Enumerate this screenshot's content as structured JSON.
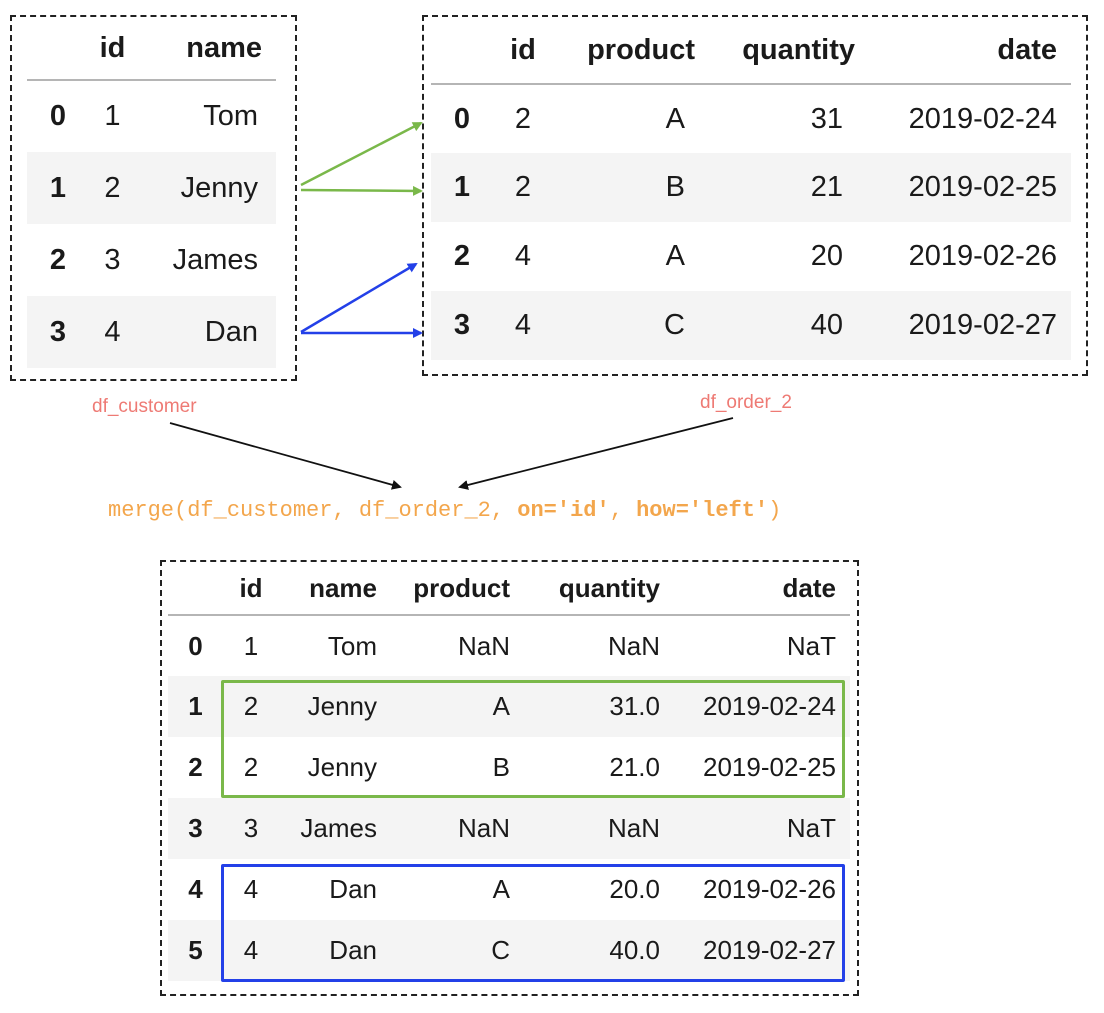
{
  "df_customer": {
    "caption": "df_customer",
    "columns": [
      "id",
      "name"
    ],
    "rows": [
      {
        "index": "0",
        "id": "1",
        "name": "Tom"
      },
      {
        "index": "1",
        "id": "2",
        "name": "Jenny"
      },
      {
        "index": "2",
        "id": "3",
        "name": "James"
      },
      {
        "index": "3",
        "id": "4",
        "name": "Dan"
      }
    ]
  },
  "df_order_2": {
    "caption": "df_order_2",
    "columns": [
      "id",
      "product",
      "quantity",
      "date"
    ],
    "rows": [
      {
        "index": "0",
        "id": "2",
        "product": "A",
        "quantity": "31",
        "date": "2019-02-24"
      },
      {
        "index": "1",
        "id": "2",
        "product": "B",
        "quantity": "21",
        "date": "2019-02-25"
      },
      {
        "index": "2",
        "id": "4",
        "product": "A",
        "quantity": "20",
        "date": "2019-02-26"
      },
      {
        "index": "3",
        "id": "4",
        "product": "C",
        "quantity": "40",
        "date": "2019-02-27"
      }
    ]
  },
  "formula": {
    "prefix": "merge(df_customer, df_order_2, ",
    "arg_on": "on='id'",
    "sep": ", ",
    "arg_how": "how='left'",
    "suffix": ")"
  },
  "result": {
    "columns": [
      "id",
      "name",
      "product",
      "quantity",
      "date"
    ],
    "rows": [
      {
        "index": "0",
        "id": "1",
        "name": "Tom",
        "product": "NaN",
        "quantity": "NaN",
        "date": "NaT"
      },
      {
        "index": "1",
        "id": "2",
        "name": "Jenny",
        "product": "A",
        "quantity": "31.0",
        "date": "2019-02-24"
      },
      {
        "index": "2",
        "id": "2",
        "name": "Jenny",
        "product": "B",
        "quantity": "21.0",
        "date": "2019-02-25"
      },
      {
        "index": "3",
        "id": "3",
        "name": "James",
        "product": "NaN",
        "quantity": "NaN",
        "date": "NaT"
      },
      {
        "index": "4",
        "id": "4",
        "name": "Dan",
        "product": "A",
        "quantity": "20.0",
        "date": "2019-02-26"
      },
      {
        "index": "5",
        "id": "4",
        "name": "Dan",
        "product": "C",
        "quantity": "40.0",
        "date": "2019-02-27"
      }
    ]
  },
  "colors": {
    "green": "#7ab84a",
    "blue": "#2340e8",
    "caption": "#ee7a74",
    "formula": "#f3a64c"
  }
}
